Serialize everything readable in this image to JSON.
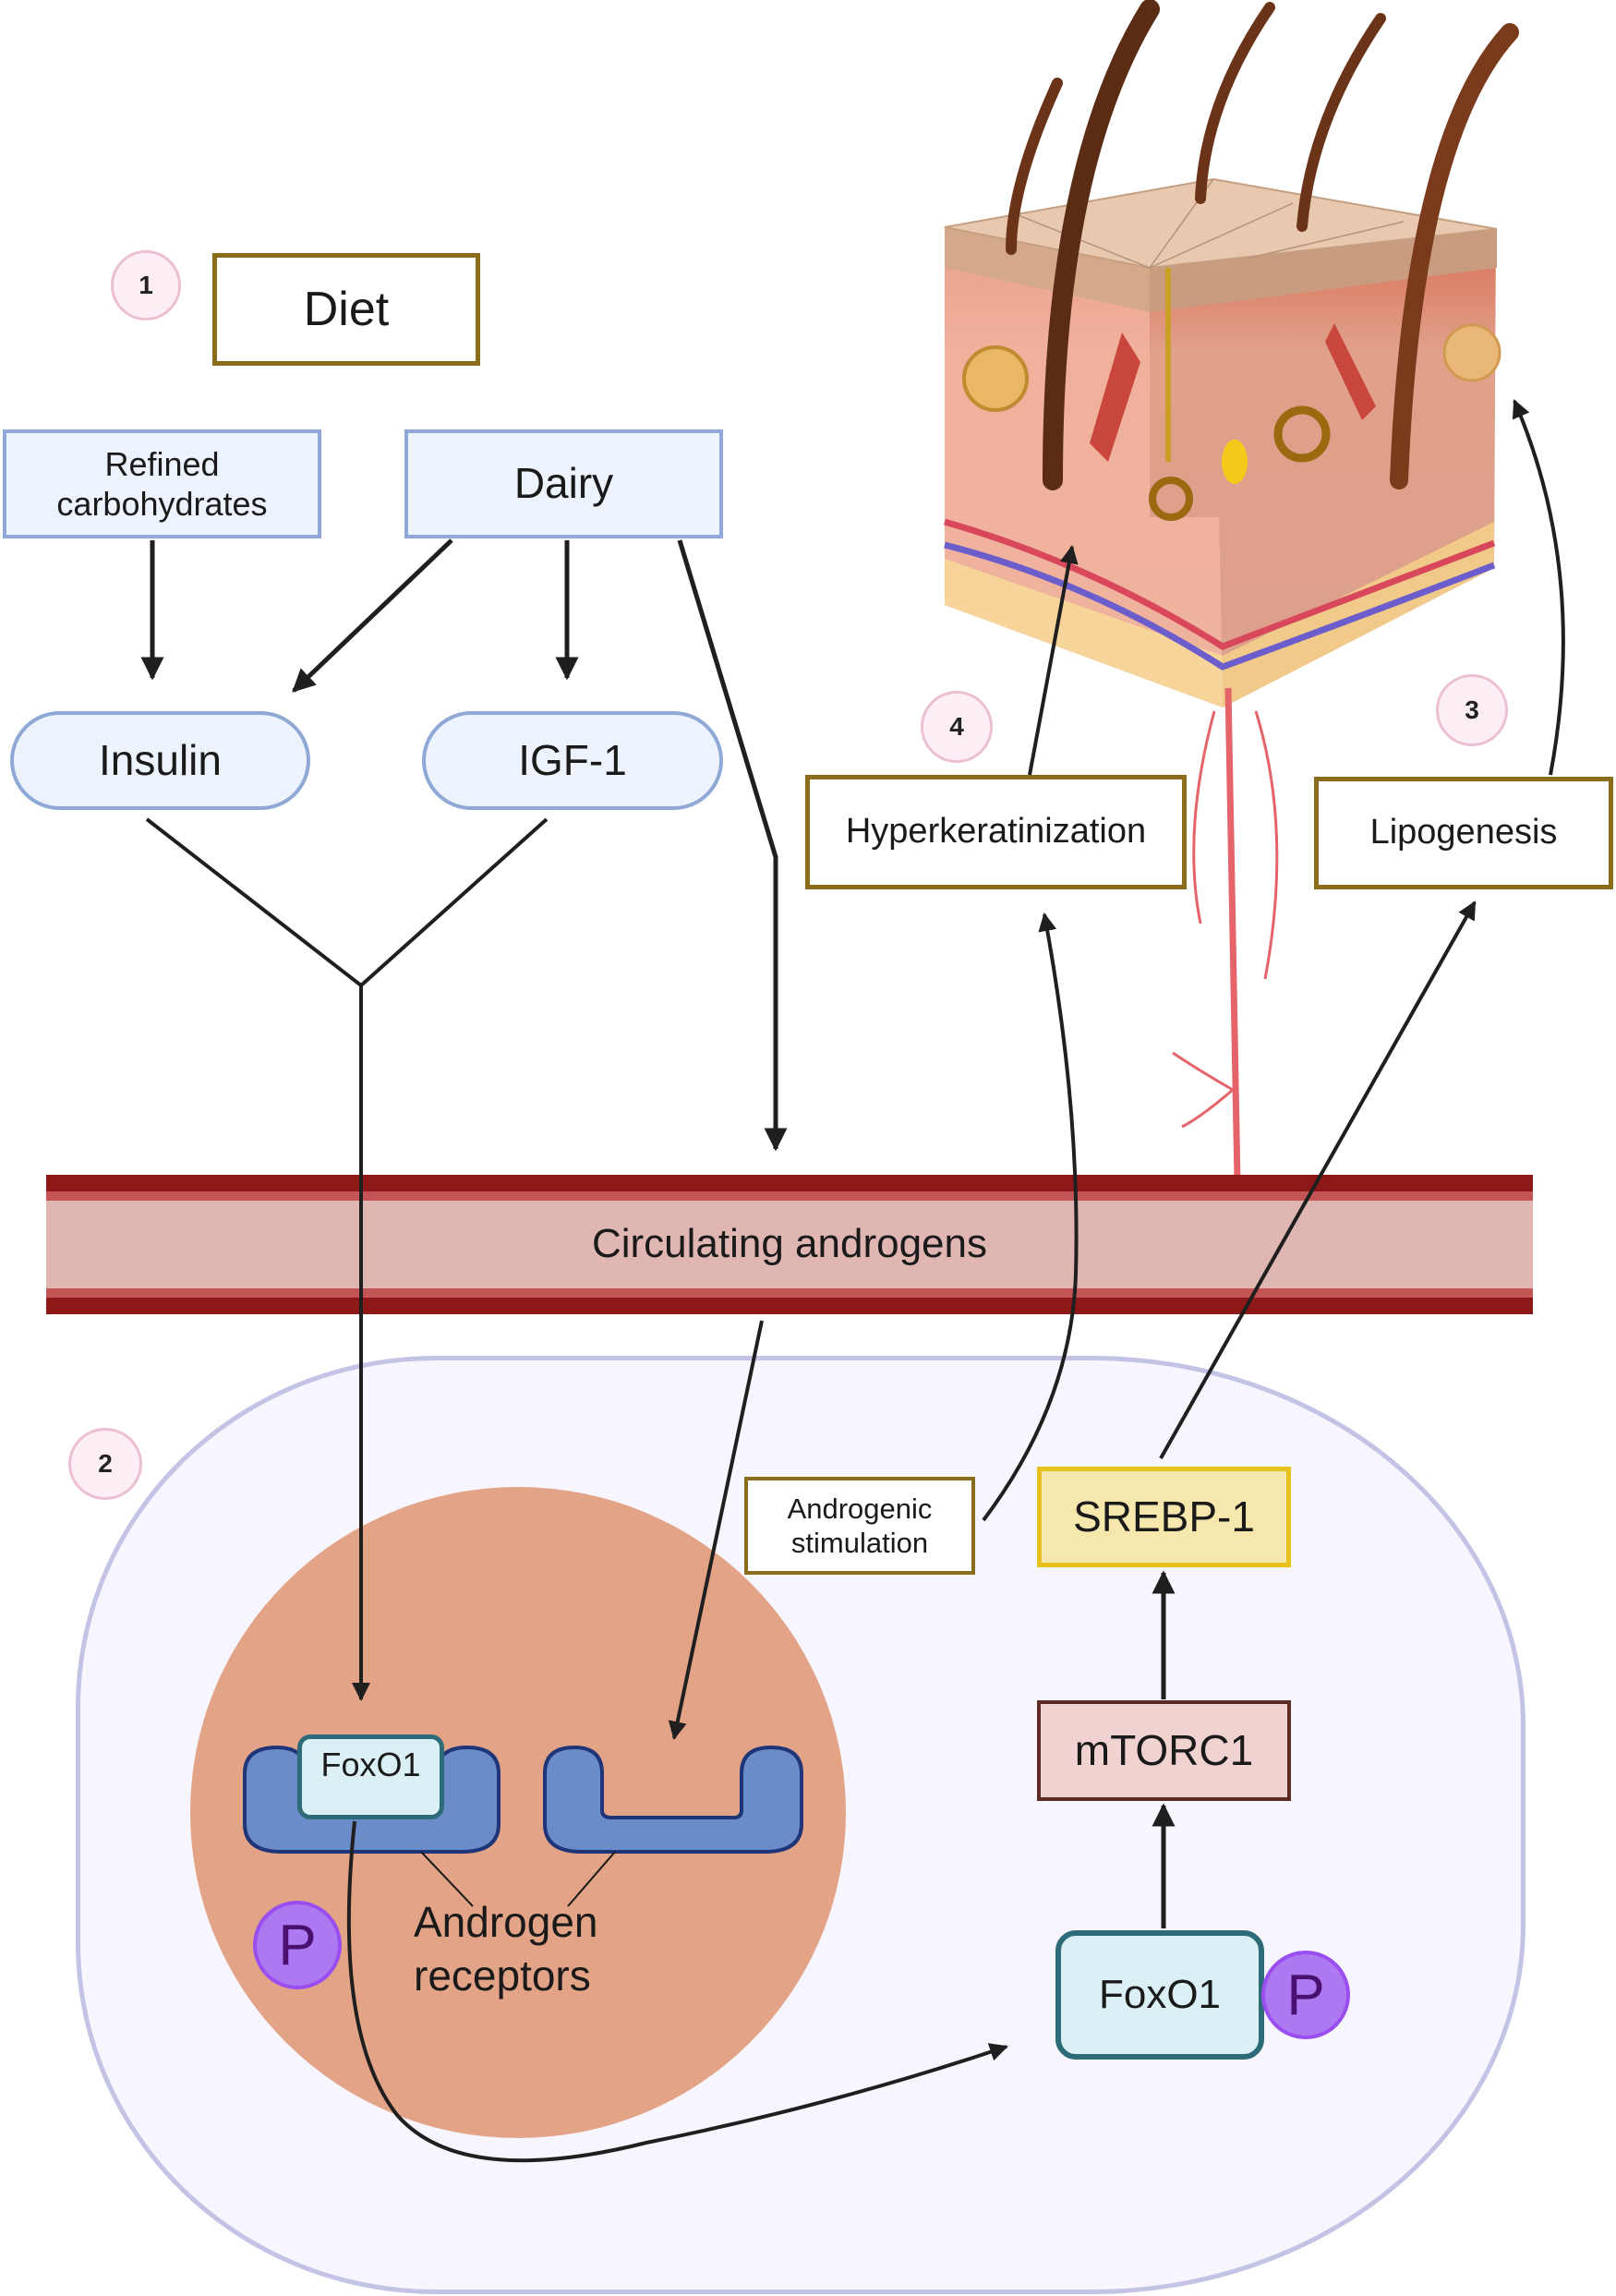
{
  "steps": {
    "step1": "1",
    "step2": "2",
    "step3": "3",
    "step4": "4"
  },
  "diet": {
    "title": "Diet",
    "refined_carbs": "Refined\ncarbohydrates",
    "refined_line1": "Refined",
    "refined_line2": "carbohydrates",
    "dairy": "Dairy",
    "insulin": "Insulin",
    "igf1": "IGF-1"
  },
  "blood": {
    "label": "Circulating androgens"
  },
  "outcomes": {
    "hyperkeratinization": "Hyperkeratinization",
    "lipogenesis": "Lipogenesis"
  },
  "cell": {
    "androgenic_line1": "Androgenic",
    "androgenic_line2": "stimulation",
    "srebp": "SREBP-1",
    "mtorc1": "mTORC1",
    "foxo1": "FoxO1",
    "foxo1_nuclear": "FoxO1",
    "phosphate": "P",
    "receptors_line1": "Androgen",
    "receptors_line2": "receptors"
  },
  "illustration": {
    "skin": "skin-cross-section-with-hair-follicles"
  },
  "colors": {
    "blood_dark": "#8e1717",
    "blood_pale": "#dfb6b2",
    "nucleus": "#e3a386",
    "receptor": "#6a8cc8",
    "phosphate": "#ad79f0",
    "srebp_border": "#e8c21c",
    "outcome_border": "#8a6d1a"
  }
}
